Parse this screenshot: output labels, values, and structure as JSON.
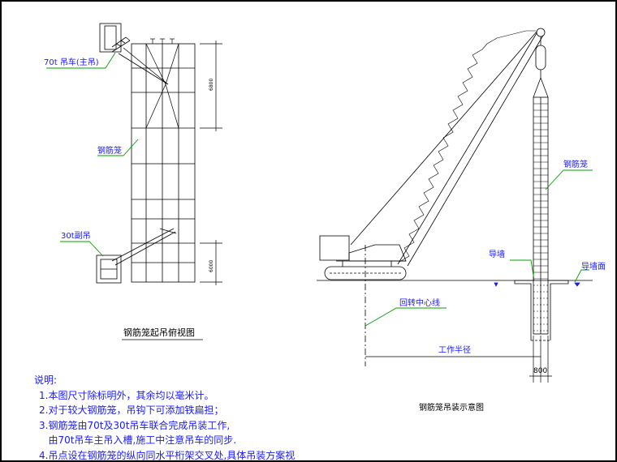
{
  "plan_view": {
    "title": "钢筋笼起吊俯视图",
    "label_main_crane": "70t 吊车(主吊)",
    "label_cage": "钢筋笼",
    "label_aux_crane": "30t副吊",
    "dim_upper": "6800",
    "dim_lower": "6000"
  },
  "elevation_view": {
    "title": "钢筋笼吊装示意图",
    "label_cage": "钢筋笼",
    "label_guide_wall": "导墙",
    "label_guide_wall_surface": "导墙面",
    "label_slewing_center": "回转中心线",
    "label_working_radius": "工作半径",
    "dim_width": "800"
  },
  "notes": {
    "heading": "说明:",
    "items": [
      "1.本图尺寸除标明外，其余均以毫米计。",
      "2.对于较大钢筋笼，吊钩下可添加铁扁担；",
      "3.钢筋笼由70t及30t吊车联合完成吊装工作,",
      "   由70t吊车主吊入槽,施工中注意吊车的同步.",
      "4.吊点设在钢筋笼的纵向同水平桁架交叉处,具体吊装方案视"
    ]
  }
}
